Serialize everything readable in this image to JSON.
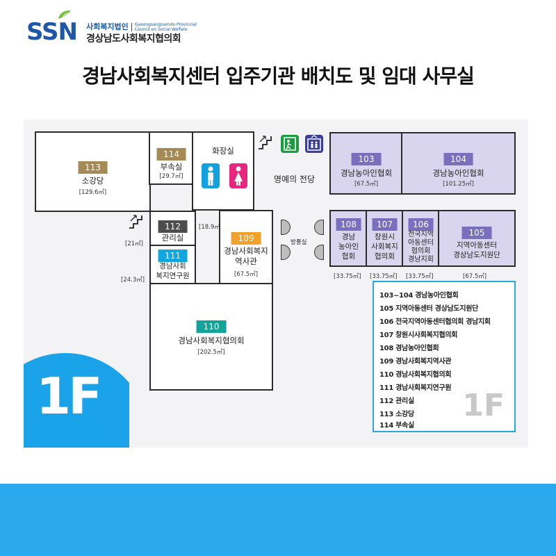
{
  "header": {
    "logo_text": "SSN",
    "org_label_small": "사회복지법인",
    "org_label_en": "Gyeongsangnamdo Provincial Council on Social Welfare",
    "org_name": "경상남도사회복지협의회"
  },
  "title": "경남사회복지센터 입주기관 배치도 및 임대 사무실",
  "floor": {
    "hall_label": "명예의 전당",
    "soundproof_label": "방풍실",
    "area_112": "[18.9㎡]",
    "area_21": "[21㎡]",
    "area_111": "[24.3㎡]",
    "area_108": "[33.75㎡]",
    "area_107": "[33.75㎡]",
    "area_106": "[33.75㎡]",
    "area_105": "[67.5㎡]",
    "restroom": {
      "label": "화장실"
    },
    "rooms": {
      "r113": {
        "num": "113",
        "name": "소강당",
        "area": "[129.6㎡]"
      },
      "r114": {
        "num": "114",
        "name": "부속실",
        "area": "[29.7㎡]"
      },
      "r112": {
        "num": "112",
        "name": "관리실"
      },
      "r111": {
        "num": "111",
        "name1": "경남사회",
        "name2": "복지연구원"
      },
      "r109": {
        "num": "109",
        "name1": "경남사회복지",
        "name2": "역사관",
        "area": "[67.5㎡]"
      },
      "r110": {
        "num": "110",
        "name": "경남사회복지협의회",
        "area": "[202.5㎡]"
      },
      "r103": {
        "num": "103",
        "name": "경남농아인협회",
        "area": "[67.5㎡]"
      },
      "r104": {
        "num": "104",
        "name": "경남농아인협회",
        "area": "[101.25㎡]"
      },
      "r108": {
        "num": "108",
        "name1": "경남",
        "name2": "농아인",
        "name3": "협회"
      },
      "r107": {
        "num": "107",
        "name1": "창원시",
        "name2": "사회복지",
        "name3": "협의회"
      },
      "r106": {
        "num": "106",
        "name1": "전국지역",
        "name2": "아동센터",
        "name3": "협의회",
        "name4": "경남지회"
      },
      "r105": {
        "num": "105",
        "name1": "지역아동센터",
        "name2": "경상남도지원단"
      }
    },
    "floor_label": "1F"
  },
  "legend": {
    "items": [
      "103~104  경남농아인협회",
      "105  지역아동센터 경상남도지원단",
      "106  전국지역아동센터협의회 경남지회",
      "107  창원시사회복지협의회",
      "108  경남농아인협회",
      "109  경남사회복지역사관",
      "110  경남사회복지협의회",
      "111  경남사회복지연구원",
      "112  관리실",
      "113  소강당",
      "114  부속실"
    ],
    "floor_label": "1F"
  },
  "colors": {
    "brand_blue": "#1e57a8",
    "accent_cyan": "#2aa9ee",
    "room_purple": "#d9d5ee",
    "tag_violet": "#7a6fbe"
  }
}
